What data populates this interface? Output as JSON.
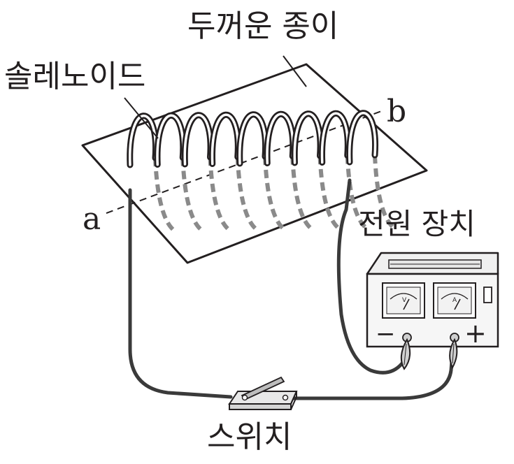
{
  "labels": {
    "paper": "두꺼운 종이",
    "solenoid": "솔레노이드",
    "point_a": "a",
    "point_b": "b",
    "power_supply": "전원 장치",
    "switch": "스위치",
    "minus": "−",
    "plus": "+",
    "voltmeter_mark": "V",
    "ammeter_mark": "A"
  },
  "colors": {
    "ink": "#231f20",
    "wire_hidden": "#8a8a8a",
    "paper": "#ffffff",
    "device_body": "#f4f4f4"
  },
  "solenoid": {
    "turns": 9
  }
}
